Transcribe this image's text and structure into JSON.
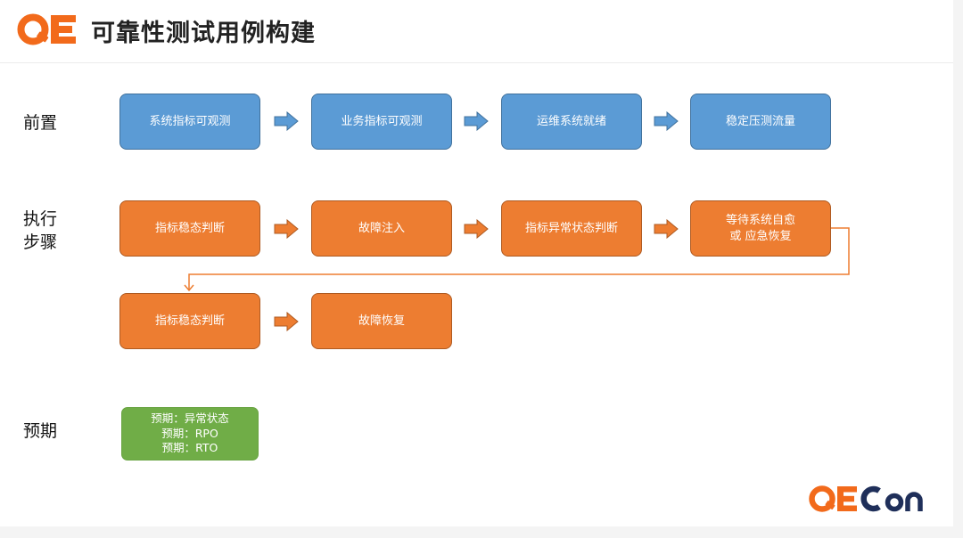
{
  "header": {
    "logo_text": "QE",
    "title": "可靠性测试用例构建"
  },
  "rows": {
    "pre": {
      "label": "前置",
      "steps": [
        "系统指标可观测",
        "业务指标可观测",
        "运维系统就绪",
        "稳定压测流量"
      ]
    },
    "exec": {
      "label": "执行\n步骤",
      "steps_row1": [
        "指标稳态判断",
        "故障注入",
        "指标异常状态判断",
        "等待系统自愈\n或 应急恢复"
      ],
      "steps_row2": [
        "指标稳态判断",
        "故障恢复"
      ]
    },
    "expect": {
      "label": "预期",
      "lines": [
        "预期：异常状态",
        "预期：RPO",
        "预期：RTO"
      ]
    }
  },
  "footer": {
    "logo_text": "QECon"
  },
  "colors": {
    "blue": "#5b9bd5",
    "orange": "#ed7d31",
    "green": "#70ad47",
    "logo_orange": "#f26a1b",
    "logo_navy": "#1f2f5a"
  }
}
